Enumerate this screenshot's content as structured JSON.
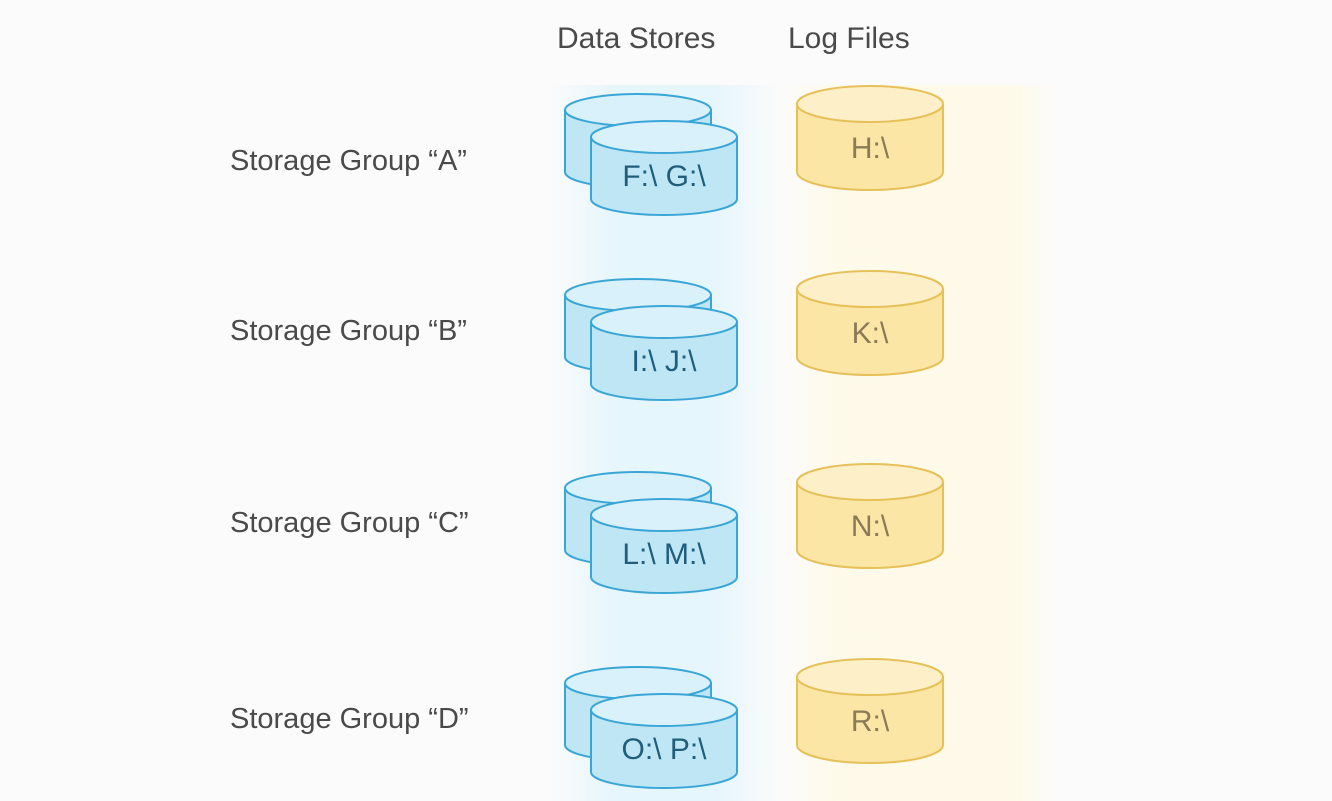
{
  "headers": {
    "data_stores": "Data Stores",
    "log_files": "Log Files"
  },
  "groups": [
    {
      "label": "Storage Group “A”",
      "data_drives": "F:\\ G:\\",
      "log_drive": "H:\\"
    },
    {
      "label": "Storage Group “B”",
      "data_drives": "I:\\ J:\\",
      "log_drive": "K:\\"
    },
    {
      "label": "Storage Group “C”",
      "data_drives": "L:\\ M:\\",
      "log_drive": "N:\\"
    },
    {
      "label": "Storage Group “D”",
      "data_drives": "O:\\ P:\\",
      "log_drive": "R:\\"
    }
  ],
  "colors": {
    "data_fill": "#bfe6f5",
    "data_top": "#d9f1fa",
    "data_stroke": "#3aa6d6",
    "data_text": "#1f5f7c",
    "log_fill": "#fbe6a6",
    "log_top": "#fdf0c8",
    "log_stroke": "#e6c15a",
    "log_text": "#8a7a55"
  }
}
